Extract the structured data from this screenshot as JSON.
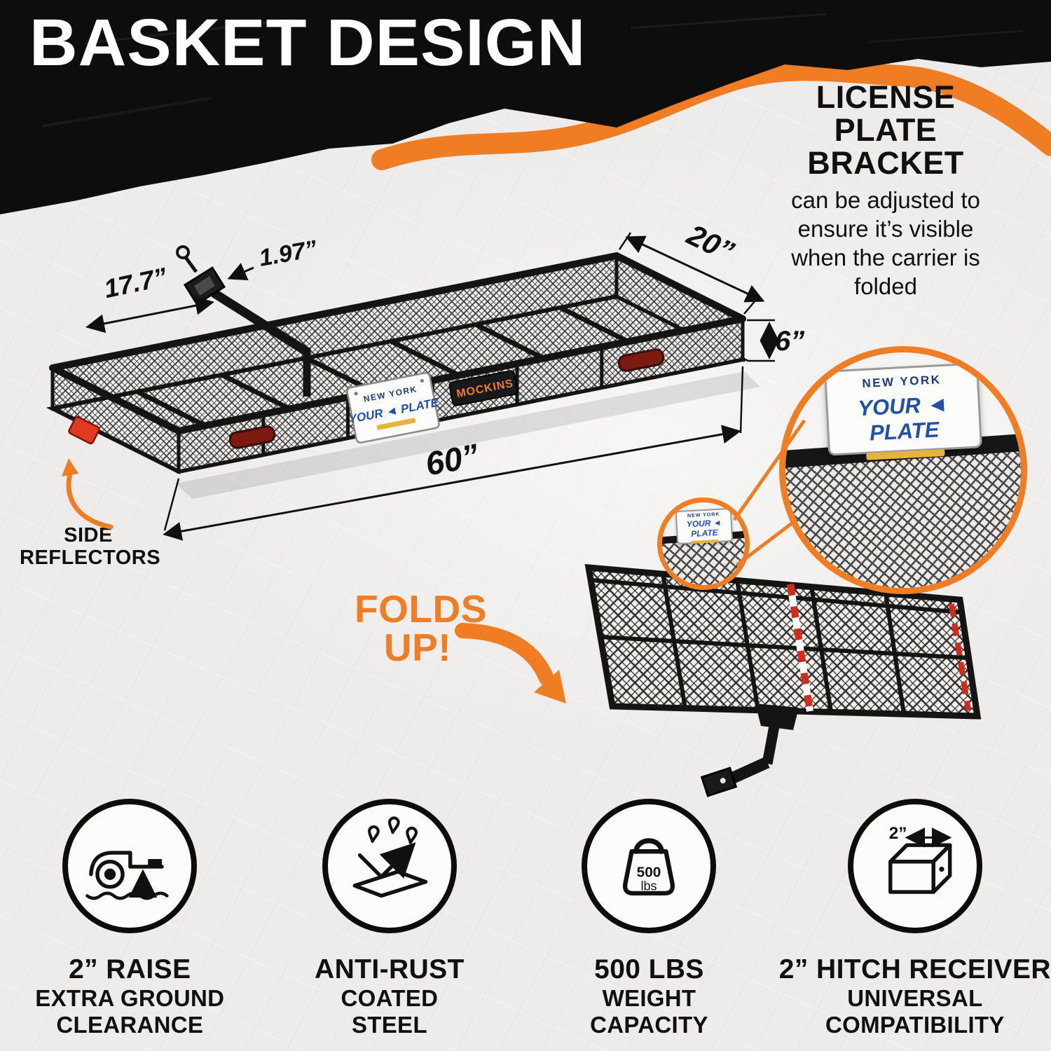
{
  "header": {
    "title": "BASKET DESIGN"
  },
  "license_bracket": {
    "heading_lines": [
      "LICENSE",
      "PLATE",
      "BRACKET"
    ],
    "body": "can be adjusted to ensure it’s visible when the carrier is folded"
  },
  "dimensions": {
    "arm_length": "17.7”",
    "receiver_opening": "1.97”",
    "width": "20”",
    "side_height": "6”",
    "length": "60”"
  },
  "callouts": {
    "side_reflectors_lines": [
      "SIDE",
      "REFLECTORS"
    ],
    "folds_up_lines": [
      "FOLDS",
      "UP!"
    ]
  },
  "plate": {
    "state": "NEW YORK",
    "text": "YOUR ◄ PLATE"
  },
  "brand": {
    "name": "MOCKINS"
  },
  "features": [
    {
      "title": "2” RAISE",
      "subtitle_lines": [
        "EXTRA GROUND",
        "CLEARANCE"
      ]
    },
    {
      "title": "ANTI-RUST",
      "subtitle_lines": [
        "COATED",
        "STEEL"
      ]
    },
    {
      "title": "500 LBS",
      "subtitle_lines": [
        "WEIGHT",
        "CAPACITY"
      ],
      "icon_text_lines": [
        "500",
        "lbs"
      ]
    },
    {
      "title": "2” HITCH RECEIVER",
      "subtitle_lines": [
        "UNIVERSAL",
        "COMPATIBILITY"
      ],
      "icon_label": "2”"
    }
  ],
  "colors": {
    "accent": "#F07D24",
    "ink": "#101010",
    "background": "#ECECEA",
    "reflector_red": "#E03A22",
    "plate_blue": "#2050A8"
  }
}
